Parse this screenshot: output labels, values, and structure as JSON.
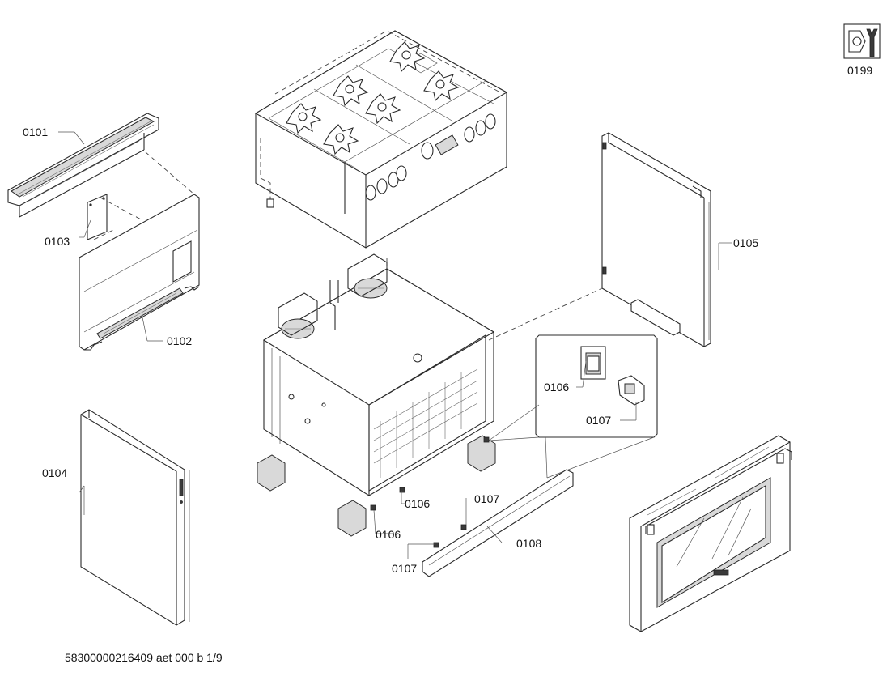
{
  "labels": {
    "p0101": "0101",
    "p0102": "0102",
    "p0103": "0103",
    "p0104": "0104",
    "p0105": "0105",
    "p0106a": "0106",
    "p0106b": "0106",
    "p0106c": "0106",
    "p0107a": "0107",
    "p0107b": "0107",
    "p0107c": "0107",
    "p0108": "0108",
    "p0199": "0199"
  },
  "footer": "58300000216409 aet 000 b 1/9"
}
